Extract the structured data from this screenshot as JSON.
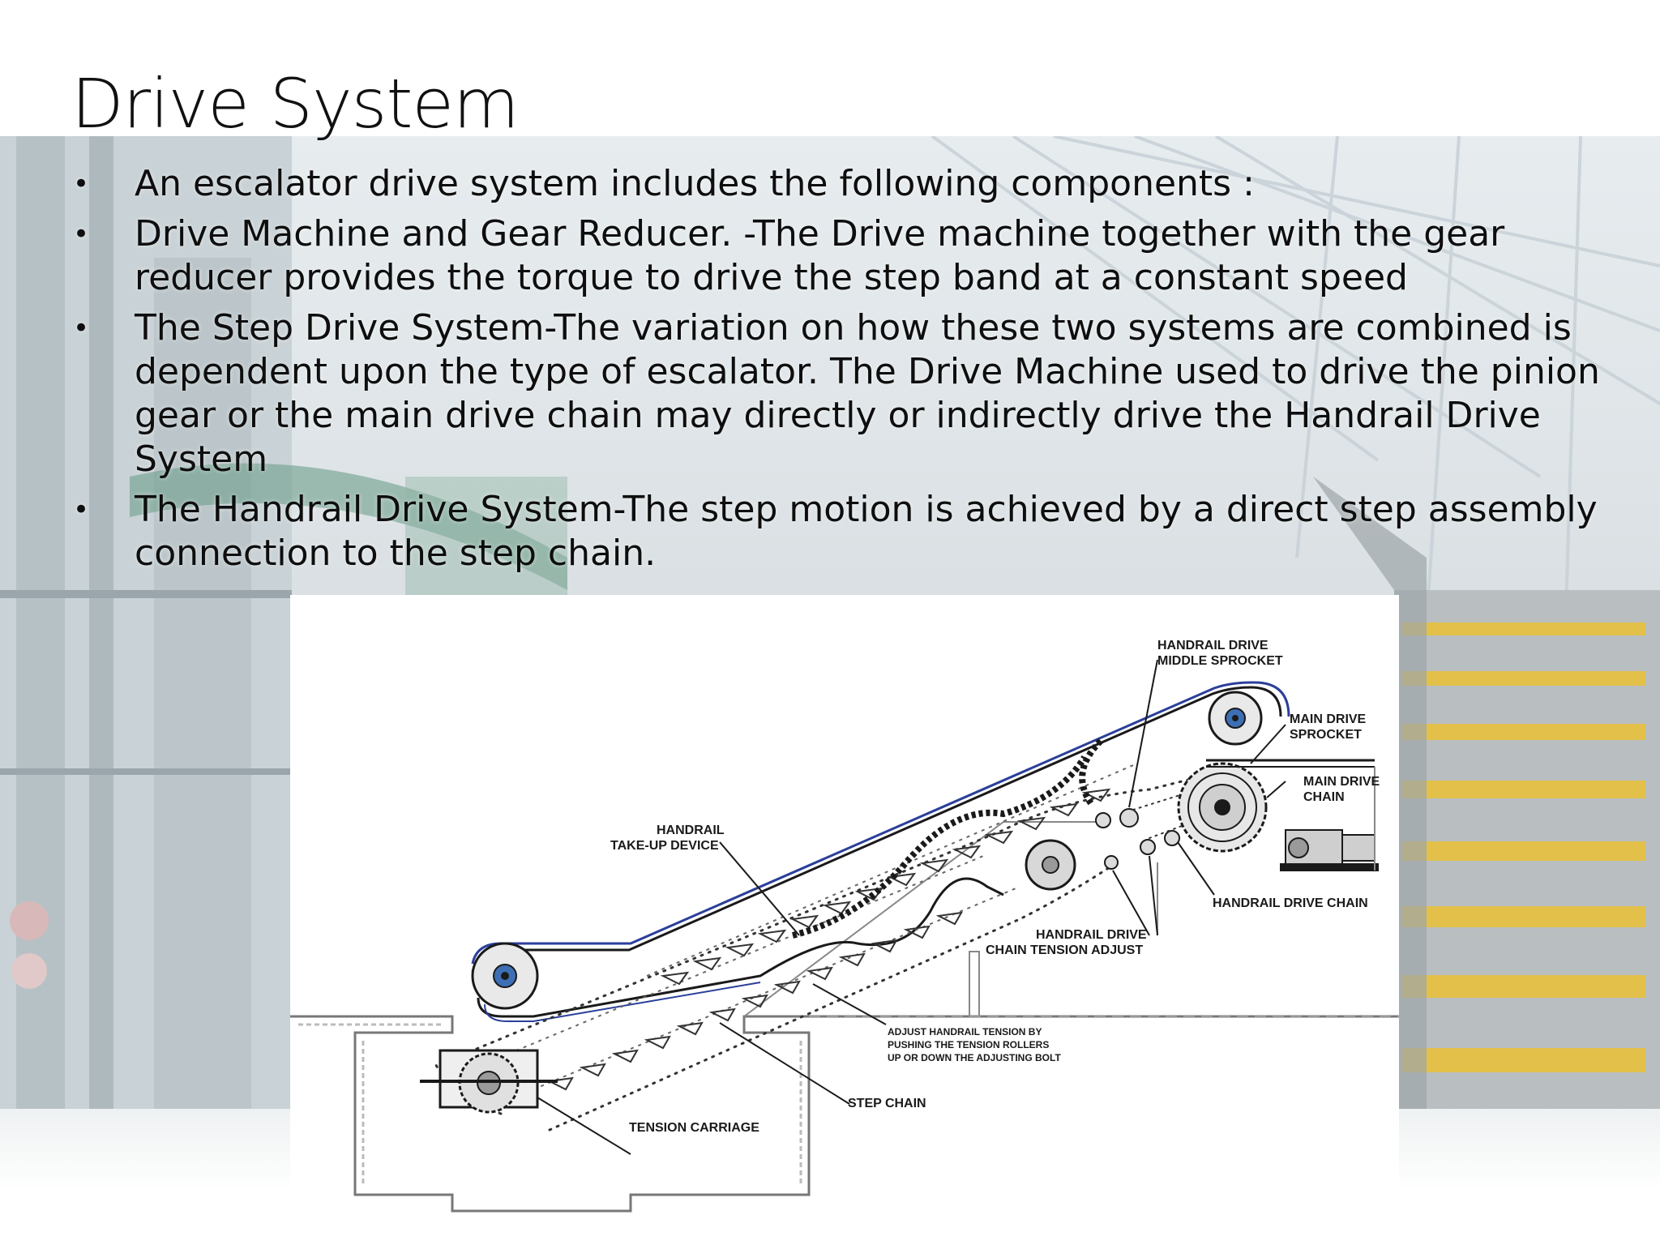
{
  "slide": {
    "title": "Drive System",
    "bullets": [
      "An escalator drive system includes the following components :",
      "Drive Machine and Gear Reducer. -The Drive machine together with the gear reducer provides the torque to drive the step band at a constant speed",
      "The Step Drive System-The variation on how these two systems are combined is dependent upon the type of escalator. The Drive Machine used to drive the pinion gear or the main drive chain may directly or indirectly drive the Handrail Drive System",
      "The Handrail Drive System-The step motion is achieved by a direct step assembly connection to the step chain."
    ],
    "bullet_symbol": "•"
  },
  "diagram": {
    "labels": {
      "handrail_drive_middle_sprocket_1": "HANDRAIL DRIVE",
      "handrail_drive_middle_sprocket_2": "MIDDLE SPROCKET",
      "main_drive_sprocket_1": "MAIN DRIVE",
      "main_drive_sprocket_2": "SPROCKET",
      "main_drive_chain_1": "MAIN DRIVE",
      "main_drive_chain_2": "CHAIN",
      "handrail_takeup_1": "HANDRAIL",
      "handrail_takeup_2": "TAKE-UP DEVICE",
      "handrail_drive_chain": "HANDRAIL DRIVE CHAIN",
      "chain_tension_adjust_1": "HANDRAIL DRIVE",
      "chain_tension_adjust_2": "CHAIN TENSION ADJUST",
      "adjust_tension_1": "ADJUST HANDRAIL TENSION BY",
      "adjust_tension_2": "PUSHING THE TENSION ROLLERS",
      "adjust_tension_3": "UP OR DOWN THE ADJUSTING BOLT",
      "step_chain": "STEP CHAIN",
      "tension_carriage": "TENSION CARRIAGE"
    },
    "colors": {
      "line": "#1a1a1a",
      "handrail_blue": "#2b3f9a",
      "wheel_blue": "#3d6fb5"
    }
  }
}
